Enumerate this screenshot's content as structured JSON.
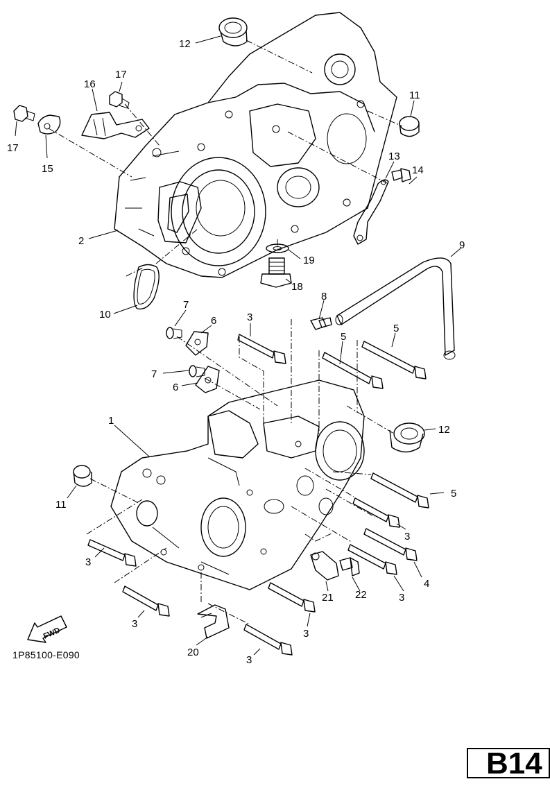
{
  "diagram": {
    "drawing_code": "1P85100-E090",
    "page_ref": "B14",
    "fwd_label": "FWD",
    "callouts": {
      "c12a": "12",
      "c17a": "17",
      "c16": "16",
      "c17b": "17",
      "c15": "15",
      "c11a": "11",
      "c13": "13",
      "c14": "14",
      "c2": "2",
      "c9": "9",
      "c19": "19",
      "c18": "18",
      "c10": "10",
      "c7a": "7",
      "c6a": "6",
      "c3a": "3",
      "c8": "8",
      "c5a": "5",
      "c5b": "5",
      "c7b": "7",
      "c6b": "6",
      "c12b": "12",
      "c1": "1",
      "c11b": "11",
      "c5c": "5",
      "c3b": "3",
      "c3c": "3",
      "c4": "4",
      "c3d": "3",
      "c21": "21",
      "c22": "22",
      "c3e": "3",
      "c3f": "3",
      "c20": "20",
      "c3g": "3"
    }
  }
}
